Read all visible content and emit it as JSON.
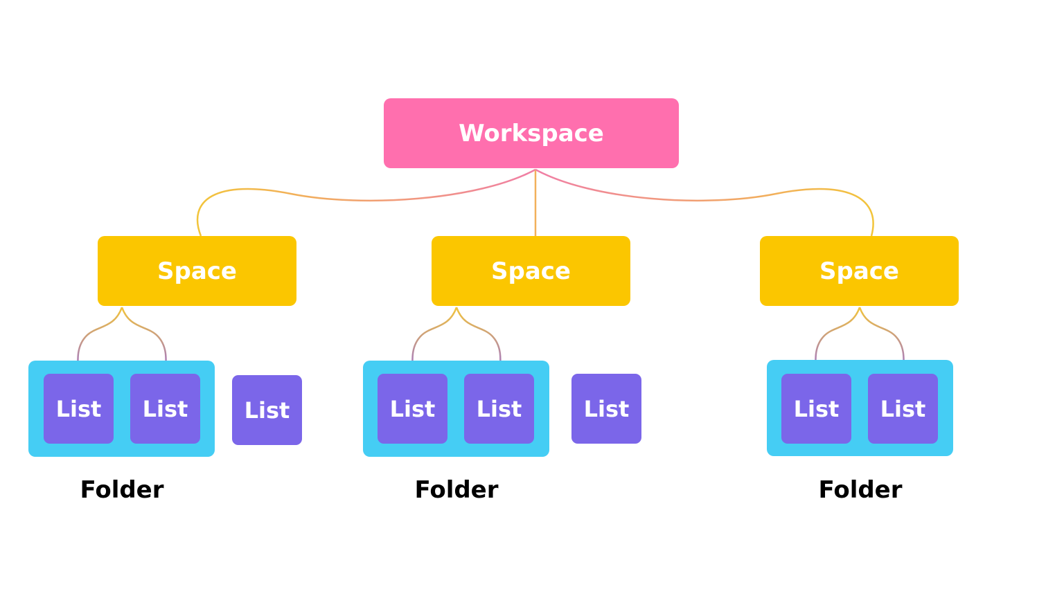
{
  "colors": {
    "workspace": "#ff6fae",
    "space": "#fbc600",
    "folder": "#45cdf4",
    "list": "#7b66e9",
    "connector_top": "#f2c43a",
    "connector_pink": "#f07ea6",
    "connector_purple": "#7b66e9",
    "background": "#ffffff"
  },
  "workspace": {
    "label": "Workspace"
  },
  "spaces": [
    {
      "label": "Space",
      "folder": {
        "label": "Folder",
        "lists": [
          "List",
          "List"
        ]
      },
      "standalone_list": "List"
    },
    {
      "label": "Space",
      "folder": {
        "label": "Folder",
        "lists": [
          "List",
          "List"
        ]
      },
      "standalone_list": "List"
    },
    {
      "label": "Space",
      "folder": {
        "label": "Folder",
        "lists": [
          "List",
          "List"
        ]
      }
    }
  ]
}
